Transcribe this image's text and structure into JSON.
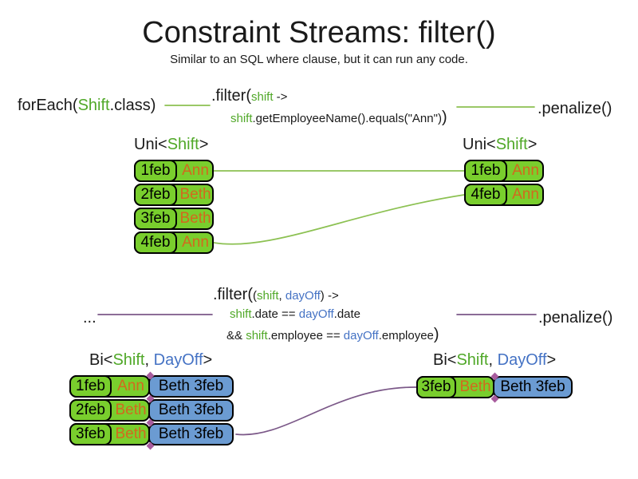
{
  "slide": {
    "title": "Constraint Streams: filter()",
    "subtitle": "Similar to an SQL where clause, but it can run any code."
  },
  "colors": {
    "green_fill": "#79CE2D",
    "blue_fill": "#6B9BD2",
    "orange_text": "#D2691E",
    "green_text": "#50A828",
    "blue_text": "#4472C4",
    "text": "#1A1A1A",
    "green_line": "#8CC152",
    "purple_line": "#7B5888",
    "diamond_color": "#A85C9E"
  },
  "section_uni": {
    "foreach_pre": "forEach(",
    "foreach_class": "Shift",
    "foreach_post": ".class)",
    "filter_method": ".filter(",
    "filter_param": "shift",
    "filter_arrow": " ->",
    "filter_body_param": "shift",
    "filter_body": ".getEmployeeName().equals(\"Ann\")",
    "filter_close": ")",
    "penalize": ".penalize()",
    "left_label_pre": "Uni<",
    "left_label_type": "Shift",
    "left_label_post": ">",
    "right_label_pre": "Uni<",
    "right_label_type": "Shift",
    "right_label_post": ">",
    "left_rows": [
      {
        "date": "1feb",
        "employee": "Ann"
      },
      {
        "date": "2feb",
        "employee": "Beth"
      },
      {
        "date": "3feb",
        "employee": "Beth"
      },
      {
        "date": "4feb",
        "employee": "Ann"
      }
    ],
    "right_rows": [
      {
        "date": "1feb",
        "employee": "Ann"
      },
      {
        "date": "4feb",
        "employee": "Ann"
      }
    ]
  },
  "section_bi": {
    "ellipsis": "...",
    "filter_method": ".filter(",
    "open_paren": "(",
    "param1": "shift",
    "comma": ", ",
    "param2": "dayOff",
    "close_paren": ")",
    "arrow": " ->",
    "cond1_p1": "shift",
    "cond1_m1": ".date == ",
    "cond1_p2": "dayOff",
    "cond1_m2": ".date",
    "cond2_pre": "&& ",
    "cond2_p1": "shift",
    "cond2_m1": ".employee == ",
    "cond2_p2": "dayOff",
    "cond2_m2": ".employee",
    "cond2_close": ")",
    "penalize": ".penalize()",
    "left_label_pre": "Bi<",
    "left_label_t1": "Shift",
    "left_label_comma": ", ",
    "left_label_t2": "DayOff",
    "left_label_post": ">",
    "right_label_pre": "Bi<",
    "right_label_t1": "Shift",
    "right_label_comma": ", ",
    "right_label_t2": "DayOff",
    "right_label_post": ">",
    "left_rows": [
      {
        "date": "1feb",
        "employee": "Ann",
        "dayoff": "Beth 3feb"
      },
      {
        "date": "2feb",
        "employee": "Beth",
        "dayoff": "Beth 3feb"
      },
      {
        "date": "3feb",
        "employee": "Beth",
        "dayoff": "Beth 3feb"
      }
    ],
    "right_rows": [
      {
        "date": "3feb",
        "employee": "Beth",
        "dayoff": "Beth 3feb"
      }
    ]
  }
}
